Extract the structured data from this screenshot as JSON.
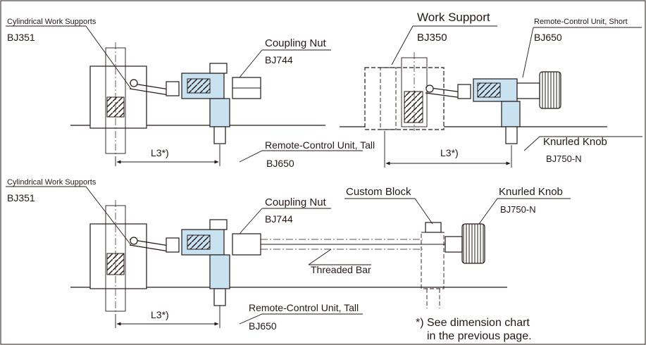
{
  "colors": {
    "highlight": "#c8e2f2",
    "ink": "#231815",
    "background": "#ffffff"
  },
  "top_left": {
    "supports_label": "Cylindrical Work Supports",
    "supports_code": "BJ351",
    "nut_label": "Coupling Nut",
    "nut_code": "BJ744",
    "unit_label": "Remote-Control Unit, Tall",
    "unit_code": "BJ650",
    "dim_label": "L3*)"
  },
  "top_right": {
    "support_label": "Work Support",
    "support_code": "BJ350",
    "unit_label": "Remote-Control Unit, Short",
    "unit_code": "BJ650",
    "knob_label": "Knurled Knob",
    "knob_code": "BJ750-N",
    "dim_label": "L3*)"
  },
  "bottom": {
    "supports_label": "Cylindrical Work Supports",
    "supports_code": "BJ351",
    "nut_label": "Coupling Nut",
    "nut_code": "BJ744",
    "block_label": "Custom Block",
    "knob_label": "Knurled Knob",
    "knob_code": "BJ750-N",
    "bar_label": "Threaded Bar",
    "unit_label": "Remote-Control Unit, Tall",
    "unit_code": "BJ650",
    "dim_label": "L3*)"
  },
  "note": {
    "line1": "*) See dimension chart",
    "line2": "in the previous page."
  }
}
